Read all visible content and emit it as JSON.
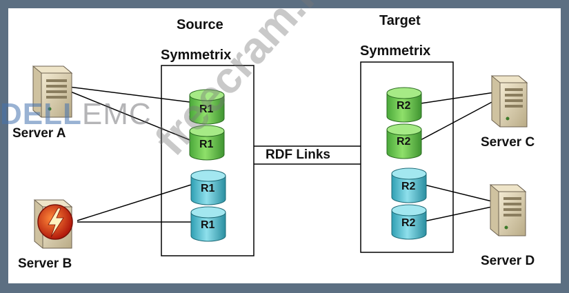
{
  "diagram": {
    "source": {
      "heading": "Source",
      "array_label": "Symmetrix"
    },
    "target": {
      "heading": "Target",
      "array_label": "Symmetrix"
    },
    "link_label": "RDF Links",
    "servers": {
      "a": "Server A",
      "b": "Server B",
      "c": "Server C",
      "d": "Server D"
    },
    "volumes": {
      "source_green": [
        "R1",
        "R1"
      ],
      "source_cyan": [
        "R1",
        "R1"
      ],
      "target_green": [
        "R2",
        "R2"
      ],
      "target_cyan": [
        "R2",
        "R2"
      ]
    },
    "colors": {
      "green_cylinder": "#7ccf5a",
      "cyan_cylinder": "#5ec4d4",
      "line": "#000000"
    }
  },
  "watermarks": {
    "dell_bold": "D",
    "dell_rest": "ELL",
    "emc": "EMC",
    "site": "freecram.net"
  }
}
